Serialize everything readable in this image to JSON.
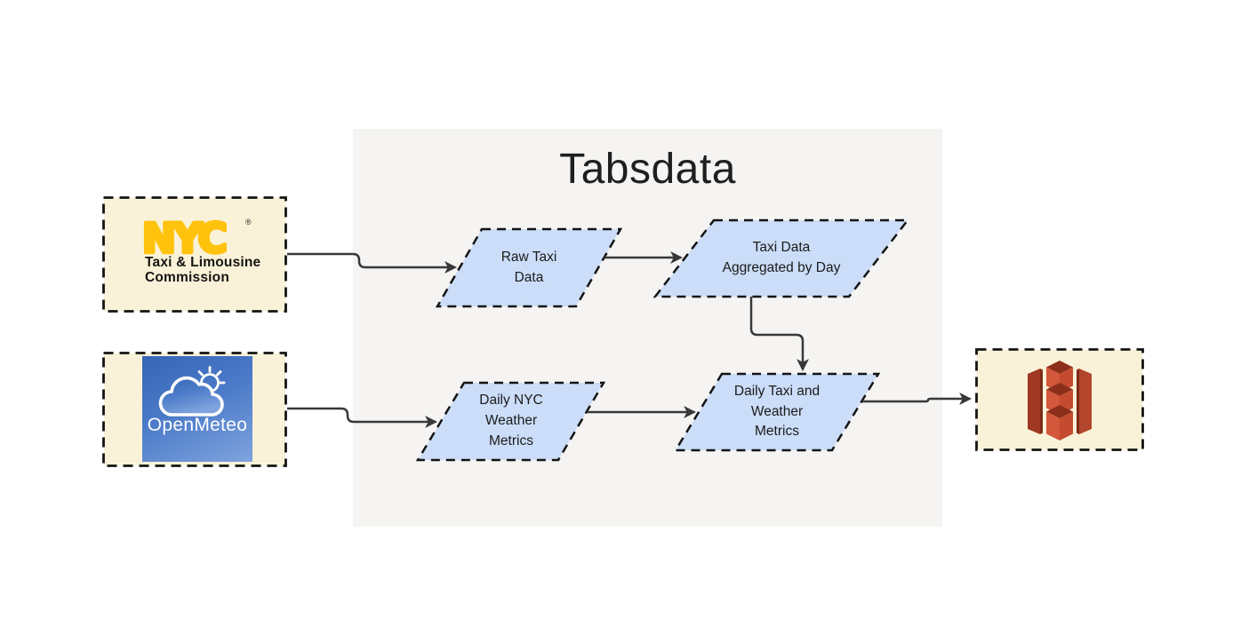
{
  "diagram": {
    "title": "Tabsdata",
    "sources": {
      "nyc_tlc": {
        "logo_text": "NYC",
        "trademark": "®",
        "subtitle": "Taxi & Limousine\nCommission"
      },
      "openmeteo": {
        "label": "OpenMeteo"
      }
    },
    "nodes": {
      "raw_taxi_data": "Raw Taxi\nData",
      "taxi_agg_by_day": "Taxi Data\nAggregated by Day",
      "daily_nyc_weather": "Daily NYC\nWeather\nMetrics",
      "daily_taxi_weather": "Daily Taxi and\nWeather\nMetrics"
    },
    "sink": {
      "icon": "s3-bucket-icon"
    },
    "colors": {
      "panel_bg": "#F5F4F2",
      "source_box_bg": "#FAF2D8",
      "node_fill": "#CBDDF8",
      "dashed_border": "#141414",
      "arrow": "#383838",
      "nyc_yellow": "#FFC20D",
      "title_text": "#1F1F1F",
      "s3_red_front": "#D2573B",
      "s3_red_side": "#A63D26",
      "s3_red_dark": "#8B2E1A"
    }
  }
}
